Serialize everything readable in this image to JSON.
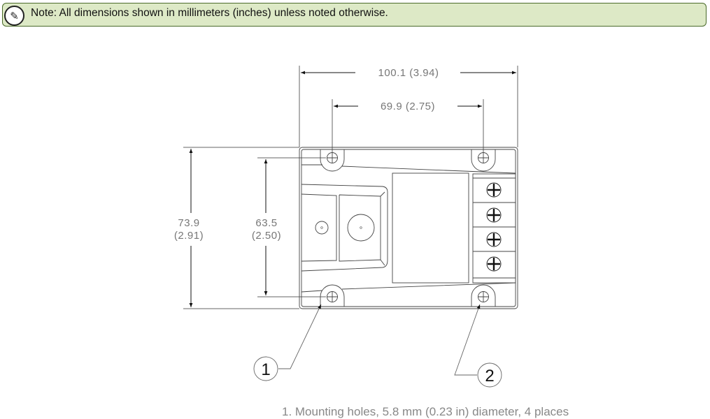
{
  "note": {
    "icon": "pencil-icon",
    "text": "Note: All dimensions shown in millimeters (inches) unless noted otherwise."
  },
  "drawing": {
    "dim_overall_width": "100.1 (3.94)",
    "dim_hole_spacing_width": "69.9 (2.75)",
    "dim_overall_height_mm": "73.9",
    "dim_overall_height_in": "(2.91)",
    "dim_hole_spacing_height_mm": "63.5",
    "dim_hole_spacing_height_in": "(2.50)",
    "balloon_1": "1",
    "balloon_2": "2"
  },
  "footnotes": {
    "item_1": "1.  Mounting holes, 5.8 mm (0.23 in) diameter, 4 places"
  }
}
